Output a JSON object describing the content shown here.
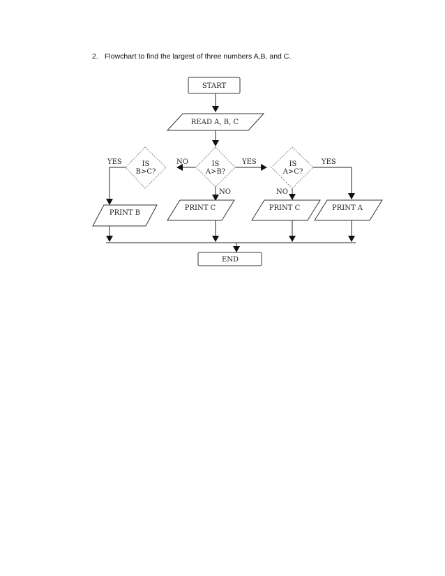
{
  "heading": {
    "number": "2.",
    "text": "Flowchart to find the largest of three numbers A,B, and C."
  },
  "flowchart": {
    "start": "START",
    "read": "READ A, B, C",
    "decision_ab": [
      "IS",
      "A>B?"
    ],
    "decision_bc": [
      "IS",
      "B>C?"
    ],
    "decision_ac": [
      "IS",
      "A>C?"
    ],
    "print_b": "PRINT B",
    "print_c_mid": "PRINT C",
    "print_c_right": "PRINT C",
    "print_a": "PRINT A",
    "end": "END",
    "labels": {
      "yes_bc": "YES",
      "no_ab": "NO",
      "yes_ab": "YES",
      "yes_ac": "YES",
      "no_ab_down": "NO",
      "no_ac_down": "NO"
    }
  }
}
